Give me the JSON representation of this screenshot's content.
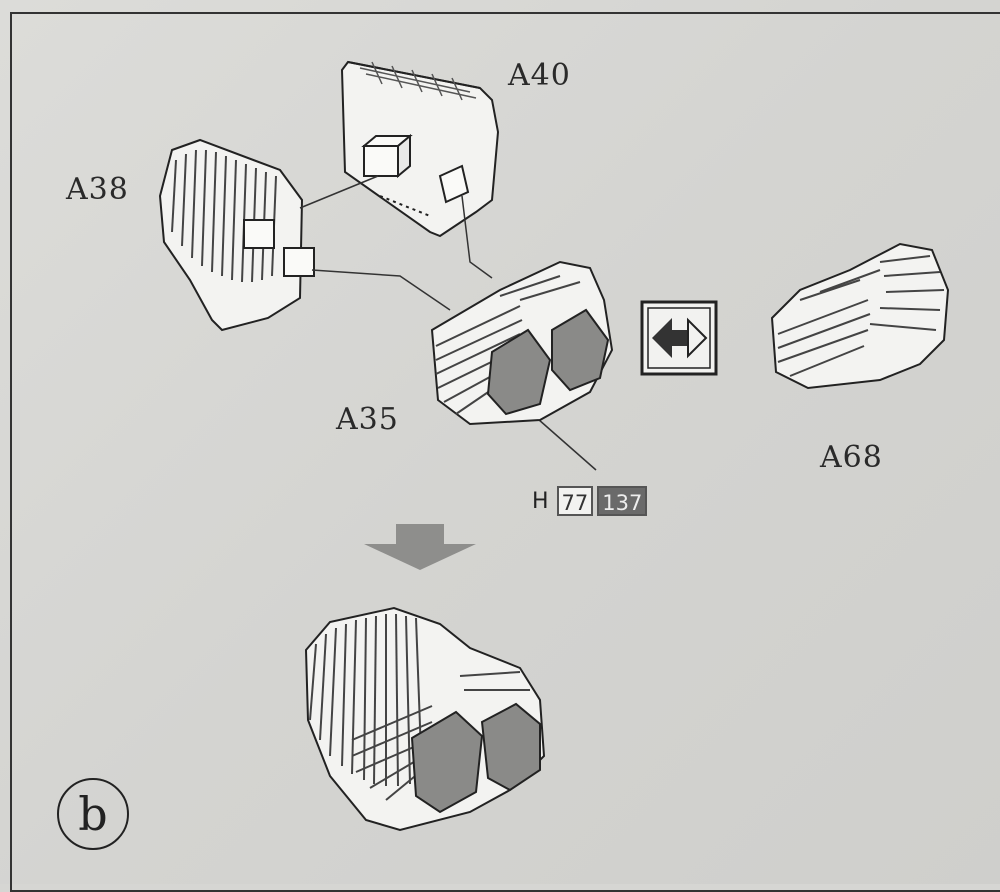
{
  "labels": {
    "a40": "A40",
    "a38": "A38",
    "a35": "A35",
    "a68": "A68"
  },
  "paint": {
    "prefix": "H",
    "code_1": "77",
    "code_2": "137"
  },
  "step": "b",
  "icons": {
    "alternative": "swap-arrows-icon",
    "next": "down-arrow-icon"
  },
  "colors": {
    "paper": "#d6d6d3",
    "ink": "#2a2a2a",
    "part_fill": "#f4f4f2",
    "part_fill_painted": "#8a8a88",
    "arrow": "#8e8e8c"
  }
}
